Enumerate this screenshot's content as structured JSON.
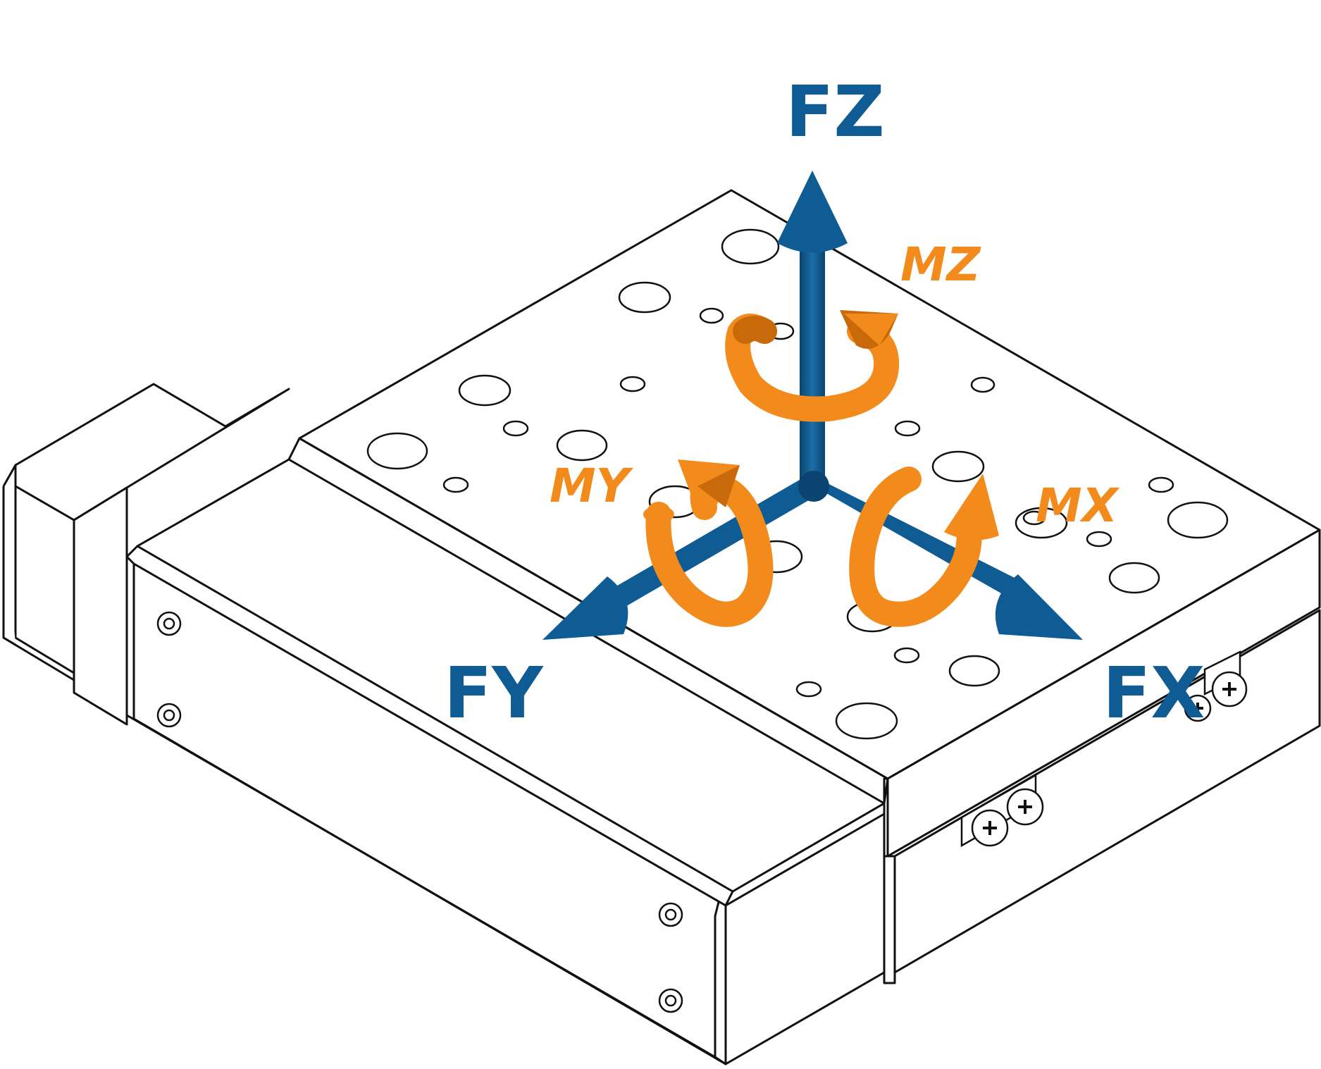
{
  "colors": {
    "force": "#0e5c93",
    "force_dark": "#0a4470",
    "moment": "#f28b1c",
    "moment_dark": "#c96a0a",
    "line": "#111111"
  },
  "labels": {
    "fz": "FZ",
    "fy": "FY",
    "fx": "FX",
    "mz": "MZ",
    "my": "MY",
    "mx": "MX"
  }
}
